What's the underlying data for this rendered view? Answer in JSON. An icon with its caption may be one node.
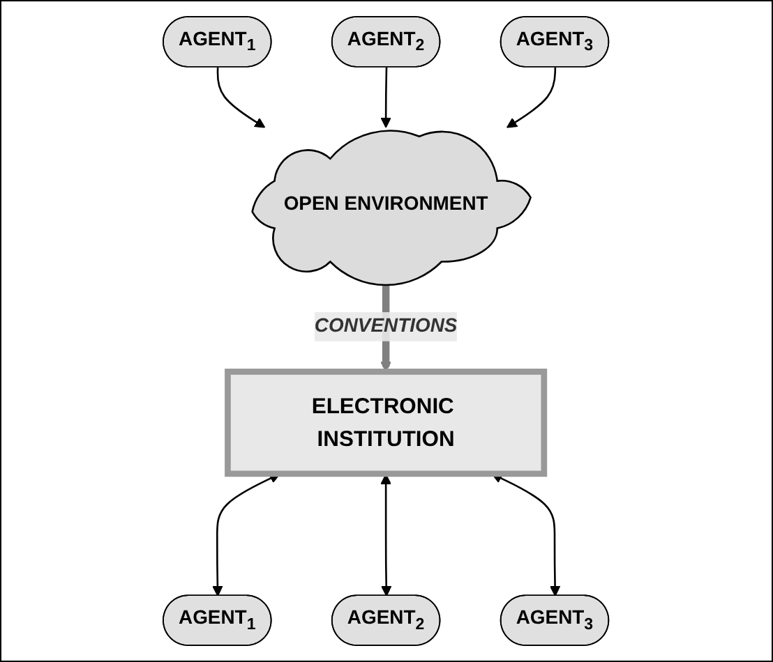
{
  "diagram": {
    "nodes": [
      {
        "text": [
          "OPEN ENVIRONMENT"
        ]
      },
      {
        "text": [
          "AGENT$_{1}$"
        ]
      },
      {
        "text": [
          "AGENT$_{2}$"
        ]
      },
      {
        "text": [
          "AGENT$_{3}$"
        ]
      },
      {
        "text": [
          "ELECTRONIC INSTITUTION"
        ]
      },
      {
        "text": [
          "AGENT$_{1}$"
        ]
      },
      {
        "text": [
          "AGENT$_{2}$"
        ]
      },
      {
        "text": [
          "AGENT$_{3}$"
        ]
      }
    ],
    "edges": [
      {
        "from": 1,
        "to": 0,
        "arrow": "to"
      },
      {
        "from": 2,
        "to": 0,
        "arrow": "to"
      },
      {
        "from": 3,
        "to": 0,
        "arrow": "to"
      },
      {
        "from": 0,
        "to": 4,
        "arrow": "to",
        "label": "CONVENTIONS",
        "style": "thick",
        "color": "#808080"
      },
      {
        "from": 4,
        "to": 5,
        "arrow": "both"
      },
      {
        "from": 4,
        "to": 6,
        "arrow": "both"
      },
      {
        "from": 4,
        "to": 7,
        "arrow": "both"
      }
    ]
  }
}
